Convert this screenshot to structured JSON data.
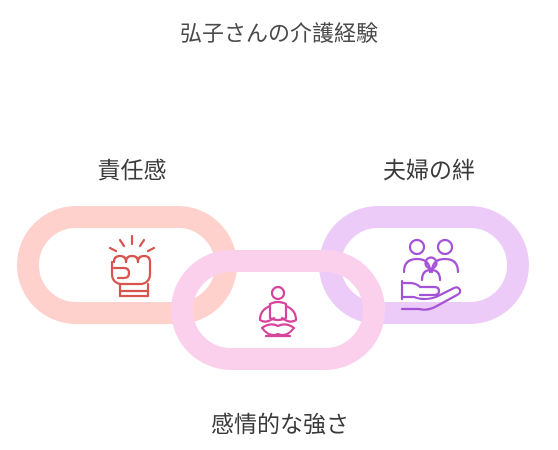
{
  "title": "弘子さんの介護経験",
  "links": [
    {
      "id": "responsibility",
      "label": "責任感",
      "icon": "raised-fist-icon",
      "ring_color": "#ffd1cc",
      "icon_color": "#d9534f"
    },
    {
      "id": "emotional-strength",
      "label": "感情的な強さ",
      "icon": "meditation-icon",
      "ring_color": "#fbd0ec",
      "icon_color": "#d7449c"
    },
    {
      "id": "marital-bond",
      "label": "夫婦の絆",
      "icon": "family-care-hand-icon",
      "ring_color": "#eccbf9",
      "icon_color": "#a553d6"
    }
  ]
}
